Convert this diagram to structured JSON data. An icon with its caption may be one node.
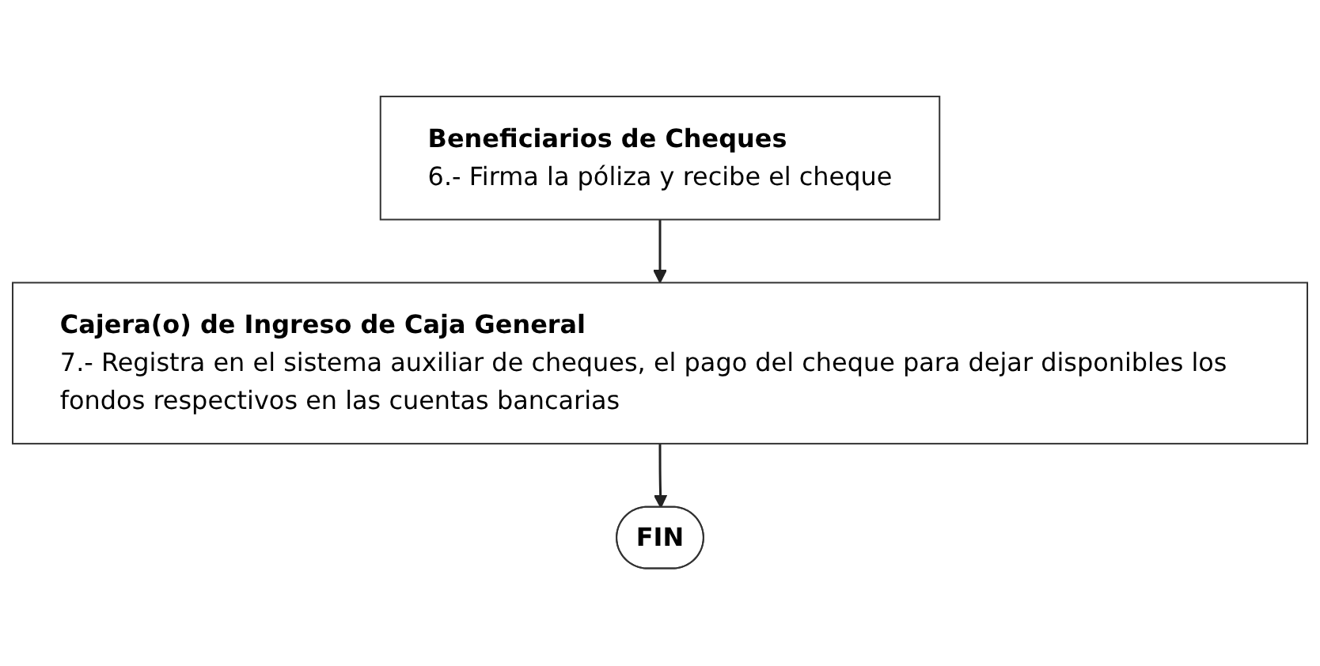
{
  "diagram": {
    "nodes": [
      {
        "text": [
          "Beneficiarios de Cheques",
          "6.- Firma la póliza y recibe el cheque"
        ]
      },
      {
        "text": [
          "Cajera(o) de Ingreso de Caja General",
          "7.- Registra en el sistema auxiliar de cheques, el pago del cheque para dejar disponibles los fondos respectivos en las cuentas bancarias"
        ]
      },
      {
        "text": [
          "FIN"
        ]
      }
    ],
    "edges": [
      {
        "from": 0,
        "to": 1,
        "arrow": "to"
      },
      {
        "from": 1,
        "to": 2,
        "arrow": "to"
      }
    ]
  }
}
